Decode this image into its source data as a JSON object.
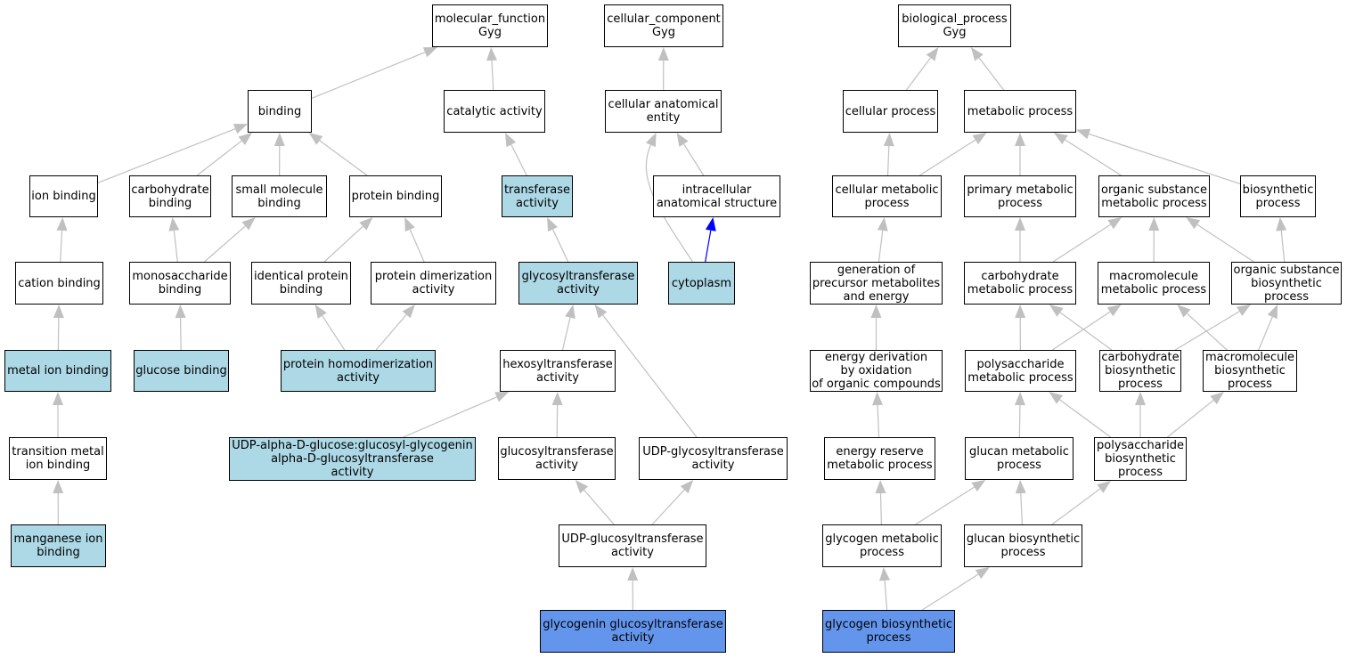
{
  "palette": {
    "default_fill": "#ffffff",
    "annotated_fill": "#add8e6",
    "query_fill": "#6495ed",
    "edge_color": "#c0c0c0",
    "highlight_edge_color": "#0000ff"
  },
  "nodes": [
    {
      "id": "mf_root",
      "label": "molecular_function\nGyg",
      "style": "default"
    },
    {
      "id": "cc_root",
      "label": "cellular_component\nGyg",
      "style": "default"
    },
    {
      "id": "bp_root",
      "label": "biological_process\nGyg",
      "style": "default"
    },
    {
      "id": "binding",
      "label": "binding",
      "style": "default"
    },
    {
      "id": "catalytic",
      "label": "catalytic activity",
      "style": "default"
    },
    {
      "id": "cell_anat",
      "label": "cellular anatomical\nentity",
      "style": "default"
    },
    {
      "id": "cellular_process",
      "label": "cellular process",
      "style": "default"
    },
    {
      "id": "metabolic_process",
      "label": "metabolic process",
      "style": "default"
    },
    {
      "id": "ion_binding",
      "label": "ion binding",
      "style": "default"
    },
    {
      "id": "carb_binding",
      "label": "carbohydrate\nbinding",
      "style": "default"
    },
    {
      "id": "small_mol",
      "label": "small molecule\nbinding",
      "style": "default"
    },
    {
      "id": "protein_binding",
      "label": "protein binding",
      "style": "default"
    },
    {
      "id": "transferase",
      "label": "transferase\nactivity",
      "style": "annotated"
    },
    {
      "id": "intracellular",
      "label": "intracellular\nanatomical structure",
      "style": "default"
    },
    {
      "id": "cell_metab",
      "label": "cellular metabolic\nprocess",
      "style": "default"
    },
    {
      "id": "prim_metab",
      "label": "primary metabolic\nprocess",
      "style": "default"
    },
    {
      "id": "org_sub_metab",
      "label": "organic substance\nmetabolic process",
      "style": "default"
    },
    {
      "id": "biosynthetic",
      "label": "biosynthetic\nprocess",
      "style": "default"
    },
    {
      "id": "cation_binding",
      "label": "cation binding",
      "style": "default"
    },
    {
      "id": "monosacch",
      "label": "monosaccharide\nbinding",
      "style": "default"
    },
    {
      "id": "identical_prot",
      "label": "identical protein\nbinding",
      "style": "default"
    },
    {
      "id": "prot_dimer",
      "label": "protein dimerization\nactivity",
      "style": "default"
    },
    {
      "id": "glycosyltransferase",
      "label": "glycosyltransferase\nactivity",
      "style": "annotated"
    },
    {
      "id": "cytoplasm",
      "label": "cytoplasm",
      "style": "annotated"
    },
    {
      "id": "gen_precursor",
      "label": "generation of\nprecursor metabolites\nand energy",
      "style": "default"
    },
    {
      "id": "carb_metab",
      "label": "carbohydrate\nmetabolic process",
      "style": "default"
    },
    {
      "id": "macro_metab",
      "label": "macromolecule\nmetabolic process",
      "style": "default"
    },
    {
      "id": "org_sub_bio",
      "label": "organic substance\nbiosynthetic\nprocess",
      "style": "default"
    },
    {
      "id": "metal_ion",
      "label": "metal ion binding",
      "style": "annotated"
    },
    {
      "id": "glucose_binding",
      "label": "glucose binding",
      "style": "annotated"
    },
    {
      "id": "prot_homodimer",
      "label": "protein homodimerization\nactivity",
      "style": "annotated"
    },
    {
      "id": "hexosyl",
      "label": "hexosyltransferase\nactivity",
      "style": "default"
    },
    {
      "id": "energy_deriv",
      "label": "energy derivation\nby oxidation\nof organic compounds",
      "style": "default"
    },
    {
      "id": "polysacch_metab",
      "label": "polysaccharide\nmetabolic process",
      "style": "default"
    },
    {
      "id": "carb_bio",
      "label": "carbohydrate\nbiosynthetic\nprocess",
      "style": "default"
    },
    {
      "id": "macro_bio",
      "label": "macromolecule\nbiosynthetic\nprocess",
      "style": "default"
    },
    {
      "id": "trans_metal",
      "label": "transition metal\nion binding",
      "style": "default"
    },
    {
      "id": "udp_glycogenin",
      "label": "UDP-alpha-D-glucose:glucosyl-glycogenin\nalpha-D-glucosyltransferase\nactivity",
      "style": "annotated"
    },
    {
      "id": "glucosyltransferase",
      "label": "glucosyltransferase\nactivity",
      "style": "default"
    },
    {
      "id": "udp_glycosyl",
      "label": "UDP-glycosyltransferase\nactivity",
      "style": "default"
    },
    {
      "id": "energy_reserve",
      "label": "energy reserve\nmetabolic process",
      "style": "default"
    },
    {
      "id": "glucan_metab",
      "label": "glucan metabolic\nprocess",
      "style": "default"
    },
    {
      "id": "polysacch_bio",
      "label": "polysaccharide\nbiosynthetic\nprocess",
      "style": "default"
    },
    {
      "id": "manganese",
      "label": "manganese ion\nbinding",
      "style": "annotated"
    },
    {
      "id": "udp_glucosyl",
      "label": "UDP-glucosyltransferase\nactivity",
      "style": "default"
    },
    {
      "id": "glycogen_metab",
      "label": "glycogen metabolic\nprocess",
      "style": "default"
    },
    {
      "id": "glucan_bio",
      "label": "glucan biosynthetic\nprocess",
      "style": "default"
    },
    {
      "id": "glycogenin_gt",
      "label": "glycogenin glucosyltransferase\nactivity",
      "style": "query"
    },
    {
      "id": "glycogen_bio",
      "label": "glycogen biosynthetic\nprocess",
      "style": "query"
    }
  ],
  "edges": [
    {
      "from": "binding",
      "to": "mf_root"
    },
    {
      "from": "catalytic",
      "to": "mf_root"
    },
    {
      "from": "cell_anat",
      "to": "cc_root"
    },
    {
      "from": "cellular_process",
      "to": "bp_root"
    },
    {
      "from": "metabolic_process",
      "to": "bp_root"
    },
    {
      "from": "ion_binding",
      "to": "binding"
    },
    {
      "from": "carb_binding",
      "to": "binding"
    },
    {
      "from": "small_mol",
      "to": "binding"
    },
    {
      "from": "protein_binding",
      "to": "binding"
    },
    {
      "from": "transferase",
      "to": "catalytic"
    },
    {
      "from": "intracellular",
      "to": "cell_anat"
    },
    {
      "from": "cytoplasm",
      "to": "cell_anat",
      "curve": true
    },
    {
      "from": "cytoplasm",
      "to": "intracellular",
      "highlight": true
    },
    {
      "from": "cell_metab",
      "to": "cellular_process"
    },
    {
      "from": "cell_metab",
      "to": "metabolic_process"
    },
    {
      "from": "prim_metab",
      "to": "metabolic_process"
    },
    {
      "from": "org_sub_metab",
      "to": "metabolic_process"
    },
    {
      "from": "biosynthetic",
      "to": "metabolic_process"
    },
    {
      "from": "cation_binding",
      "to": "ion_binding"
    },
    {
      "from": "monosacch",
      "to": "carb_binding"
    },
    {
      "from": "monosacch",
      "to": "small_mol"
    },
    {
      "from": "identical_prot",
      "to": "protein_binding"
    },
    {
      "from": "prot_dimer",
      "to": "protein_binding"
    },
    {
      "from": "glycosyltransferase",
      "to": "transferase"
    },
    {
      "from": "gen_precursor",
      "to": "cell_metab"
    },
    {
      "from": "carb_metab",
      "to": "prim_metab"
    },
    {
      "from": "carb_metab",
      "to": "org_sub_metab"
    },
    {
      "from": "macro_metab",
      "to": "org_sub_metab"
    },
    {
      "from": "org_sub_bio",
      "to": "org_sub_metab"
    },
    {
      "from": "org_sub_bio",
      "to": "biosynthetic"
    },
    {
      "from": "metal_ion",
      "to": "cation_binding"
    },
    {
      "from": "glucose_binding",
      "to": "monosacch"
    },
    {
      "from": "prot_homodimer",
      "to": "identical_prot"
    },
    {
      "from": "prot_homodimer",
      "to": "prot_dimer"
    },
    {
      "from": "hexosyl",
      "to": "glycosyltransferase"
    },
    {
      "from": "udp_glycosyl",
      "to": "glycosyltransferase"
    },
    {
      "from": "energy_deriv",
      "to": "gen_precursor"
    },
    {
      "from": "polysacch_metab",
      "to": "carb_metab"
    },
    {
      "from": "polysacch_metab",
      "to": "macro_metab"
    },
    {
      "from": "carb_bio",
      "to": "carb_metab"
    },
    {
      "from": "carb_bio",
      "to": "org_sub_bio"
    },
    {
      "from": "macro_bio",
      "to": "macro_metab"
    },
    {
      "from": "macro_bio",
      "to": "org_sub_bio"
    },
    {
      "from": "trans_metal",
      "to": "metal_ion"
    },
    {
      "from": "udp_glycogenin",
      "to": "hexosyl"
    },
    {
      "from": "glucosyltransferase",
      "to": "hexosyl"
    },
    {
      "from": "energy_reserve",
      "to": "energy_deriv"
    },
    {
      "from": "glucan_metab",
      "to": "polysacch_metab"
    },
    {
      "from": "polysacch_bio",
      "to": "polysacch_metab"
    },
    {
      "from": "polysacch_bio",
      "to": "carb_bio"
    },
    {
      "from": "polysacch_bio",
      "to": "macro_bio"
    },
    {
      "from": "manganese",
      "to": "trans_metal"
    },
    {
      "from": "udp_glucosyl",
      "to": "glucosyltransferase"
    },
    {
      "from": "udp_glucosyl",
      "to": "udp_glycosyl"
    },
    {
      "from": "glycogen_metab",
      "to": "energy_reserve"
    },
    {
      "from": "glycogen_metab",
      "to": "glucan_metab"
    },
    {
      "from": "glucan_bio",
      "to": "glucan_metab"
    },
    {
      "from": "glucan_bio",
      "to": "polysacch_bio"
    },
    {
      "from": "glycogenin_gt",
      "to": "udp_glucosyl"
    },
    {
      "from": "glycogen_bio",
      "to": "glycogen_metab"
    },
    {
      "from": "glycogen_bio",
      "to": "glucan_bio"
    }
  ]
}
